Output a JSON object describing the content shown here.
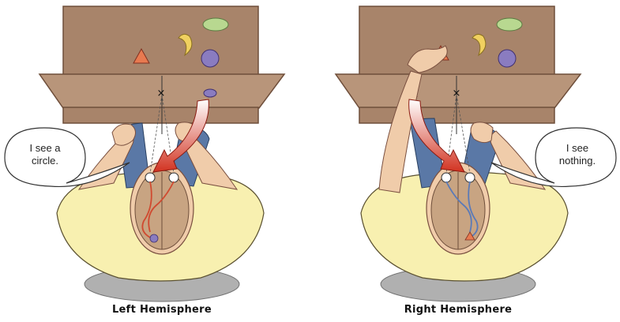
{
  "panels": [
    {
      "caption": "Left Hemisphere",
      "speech": {
        "line1": "I see a",
        "line2": "circle."
      }
    },
    {
      "caption": "Right Hemisphere",
      "speech": {
        "line1": "I see",
        "line2": "nothing."
      }
    }
  ],
  "colors": {
    "wood_back": "#a8846a",
    "wood_shelf": "#b8957a",
    "wood_edge": "#6e4e3a",
    "shirt": "#f8f0b0",
    "jeans": "#5a78a6",
    "skin": "#f0ccaa",
    "brain": "#c8a482",
    "arrow": "#d23220",
    "circle": "#8a7cc0",
    "triangle": "#e87a50",
    "crescent": "#f0d060",
    "ellipse": "#b8d890",
    "left_path": "#d04a30",
    "right_path": "#5a7ab8"
  }
}
